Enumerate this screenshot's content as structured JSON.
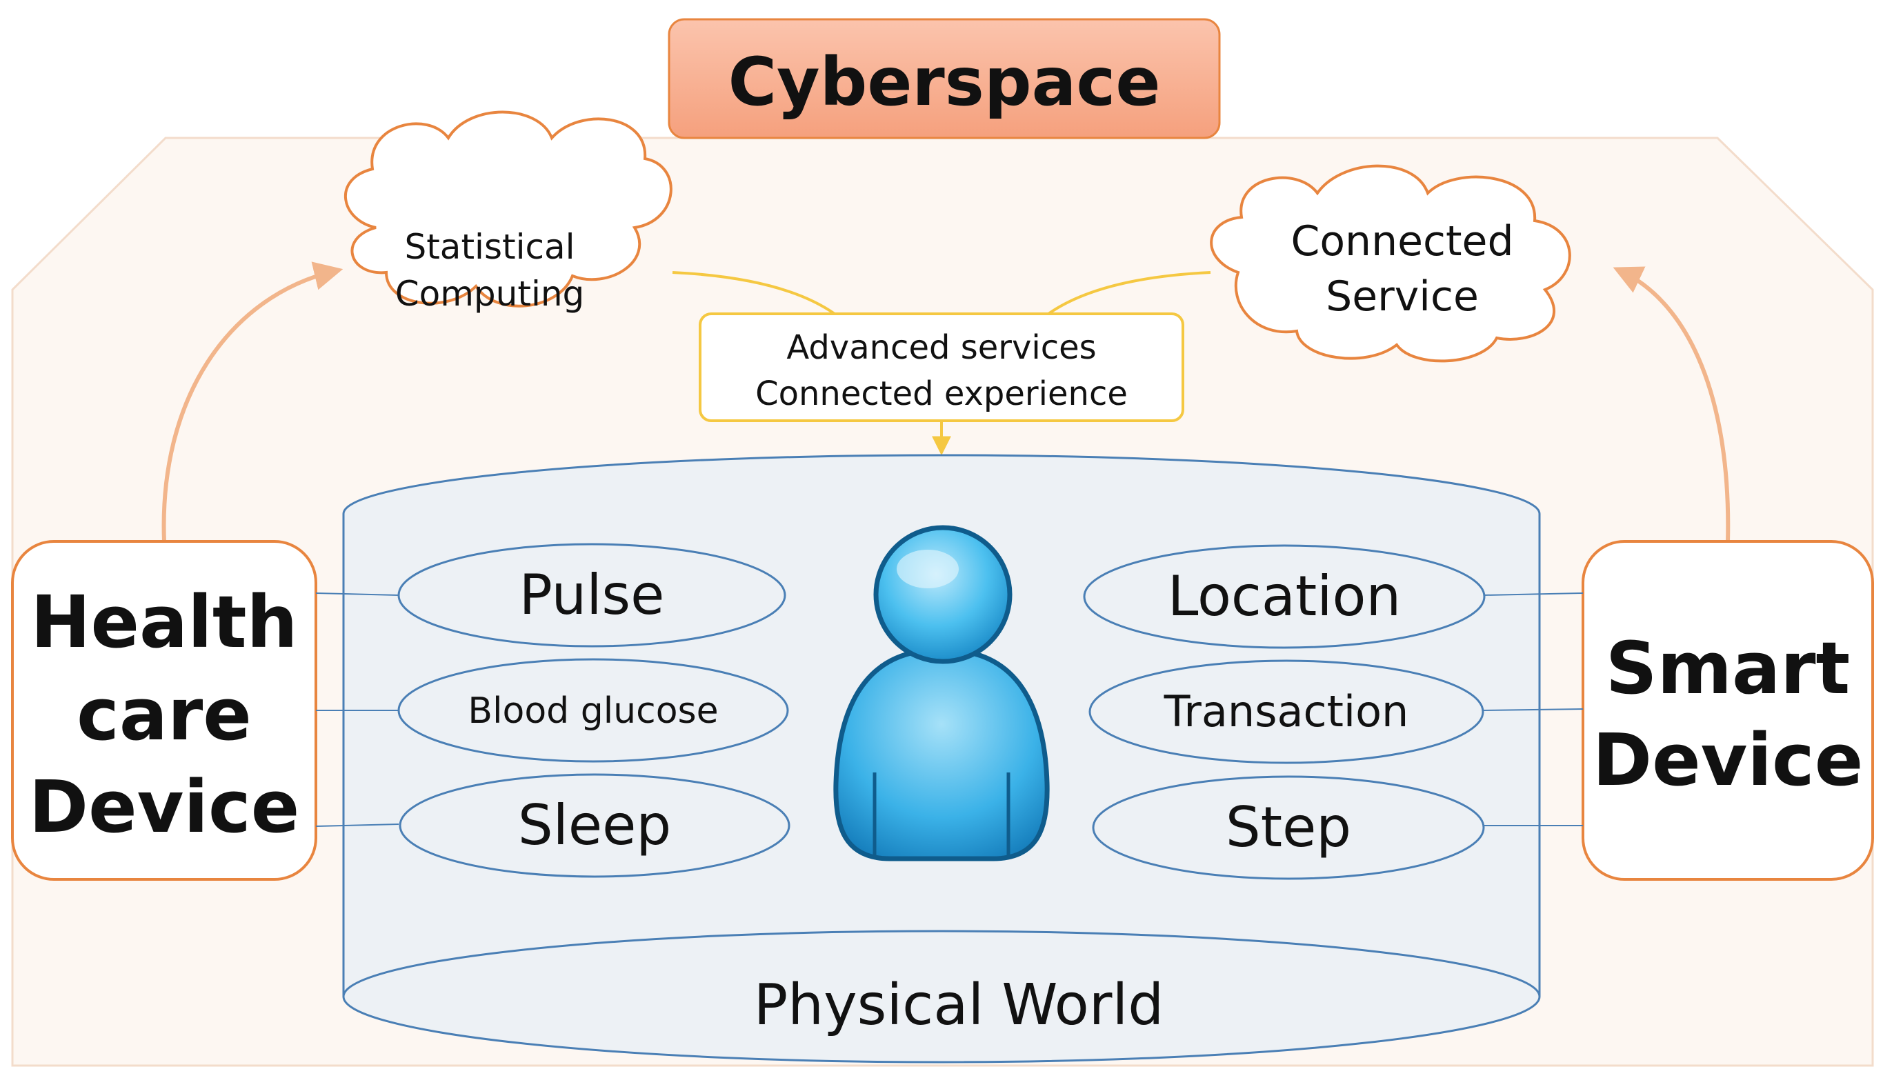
{
  "title": "Cyberspace",
  "clouds": {
    "left": [
      "Statistical",
      "Computing"
    ],
    "right": [
      "Connected",
      "Service"
    ]
  },
  "center_box": [
    "Advanced services",
    "Connected experience"
  ],
  "left_device": [
    "Health",
    "care",
    "Device"
  ],
  "right_device": [
    "Smart",
    "Device"
  ],
  "left_items": [
    "Pulse",
    "Blood glucose",
    "Sleep"
  ],
  "right_items": [
    "Location",
    "Transaction",
    "Step"
  ],
  "physical_world": "Physical World",
  "user_icon": "person-icon",
  "colors": {
    "orange": "#e8853f",
    "orange_light": "#f2b58b",
    "title_fill": "#f6a887",
    "bg_fill": "#fdf7f2",
    "yellow": "#f5c842",
    "blue_line": "#4a7fb5",
    "cylinder_fill": "#edf1f5",
    "person_blue": "#2aa7e0"
  }
}
